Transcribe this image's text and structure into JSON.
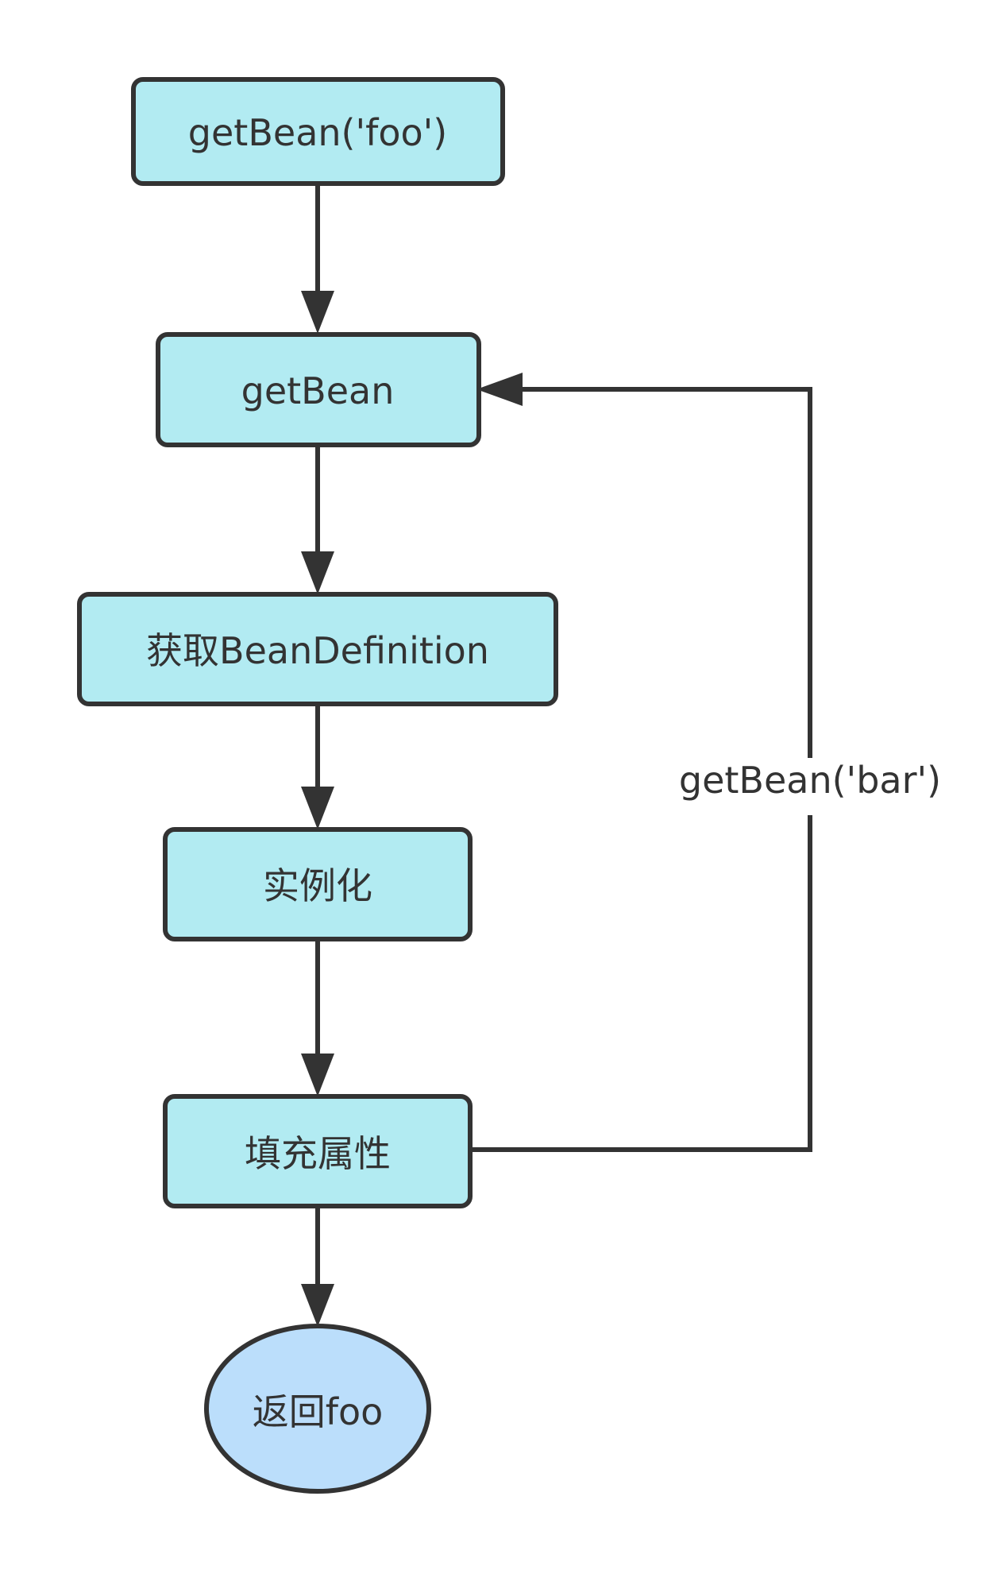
{
  "nodes": {
    "start": "getBean('foo')",
    "get_bean": "getBean",
    "get_definition": "获取BeanDefinition",
    "instantiate": "实例化",
    "populate": "填充属性",
    "return": "返回foo"
  },
  "edges": {
    "loop_label": "getBean('bar')"
  },
  "colors": {
    "process_fill": "#b2ebf2",
    "terminal_fill": "#bbdefb",
    "stroke": "#333333"
  }
}
